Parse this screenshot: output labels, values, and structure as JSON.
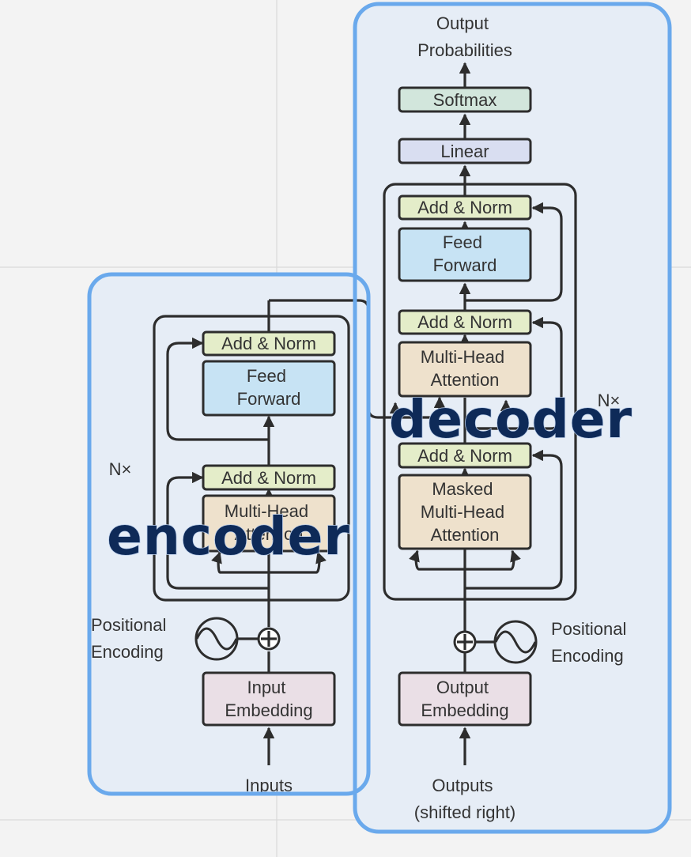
{
  "colors": {
    "highlight_stroke": "#6aa9ec",
    "highlight_fill": "#e6edf6",
    "add_norm": "#e4edc9",
    "feed_forward": "#c7e3f4",
    "attention": "#eee1cc",
    "embedding": "#eadfe6",
    "linear": "#d9def1",
    "softmax": "#d2e6dc"
  },
  "encoder": {
    "overlay_label": "encoder",
    "add_norm_top": "Add & Norm",
    "feed_forward": [
      "Feed",
      "Forward"
    ],
    "add_norm_bottom": "Add & Norm",
    "attention": [
      "Multi-Head",
      "Attention"
    ],
    "repeat_label": "N×",
    "positional_encoding": [
      "Positional",
      "Encoding"
    ],
    "embedding": [
      "Input",
      "Embedding"
    ],
    "input_label": "Inputs"
  },
  "decoder": {
    "overlay_label": "decoder",
    "output_label": [
      "Output",
      "Probabilities"
    ],
    "softmax": "Softmax",
    "linear": "Linear",
    "add_norm_top": "Add & Norm",
    "feed_forward": [
      "Feed",
      "Forward"
    ],
    "add_norm_middle": "Add & Norm",
    "cross_attention": [
      "Multi-Head",
      "Attention"
    ],
    "repeat_label": "N×",
    "add_norm_bottom": "Add & Norm",
    "masked_attention": [
      "Masked",
      "Multi-Head",
      "Attention"
    ],
    "positional_encoding": [
      "Positional",
      "Encoding"
    ],
    "embedding": [
      "Output",
      "Embedding"
    ],
    "input_label": [
      "Outputs",
      "(shifted right)"
    ]
  }
}
